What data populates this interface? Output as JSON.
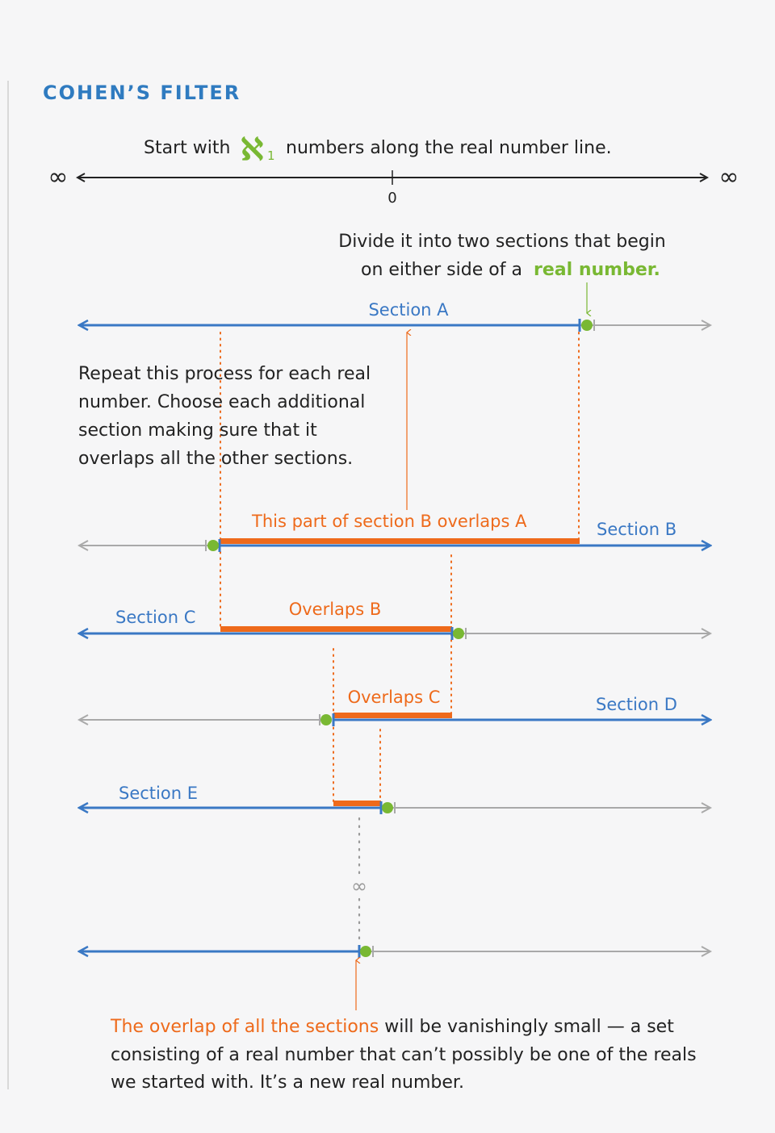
{
  "title": "COHEN’S FILTER",
  "intro": {
    "before": "Start with",
    "symbol": "ℵ",
    "subscript": "1",
    "after": "numbers along the real number line."
  },
  "number_line": {
    "left_label": "∞",
    "right_label": "∞",
    "zero_label": "0"
  },
  "divide_text": {
    "line1": "Divide it into two sections that begin",
    "line2_before": "on either side of a",
    "line2_highlight": "real number."
  },
  "section_labels": {
    "a": "Section A",
    "b": "Section B",
    "c": "Section C",
    "d": "Section D",
    "e": "Section E"
  },
  "repeat_text": [
    "Repeat this process for each real",
    "number. Choose each additional",
    "section making sure that it",
    "overlaps all the other sections."
  ],
  "overlap_labels": {
    "b_overlaps_a": "This part of section B overlaps A",
    "overlaps_b": "Overlaps B",
    "overlaps_c": "Overlaps C"
  },
  "ellipsis_symbol": "∞",
  "conclusion": {
    "highlight": "The overlap of all the sections",
    "line1_rest": " will be vanishingly small — a set",
    "line2": "consisting of a real number that can’t possibly be one of the reals",
    "line3": "we started with. It’s a new real number."
  },
  "colors": {
    "blue": "#3a78c4",
    "orange": "#ee6a1b",
    "green": "#79b833",
    "gray": "#a9a9a9",
    "title_blue": "#2f7bc0",
    "background": "#f6f6f7"
  }
}
